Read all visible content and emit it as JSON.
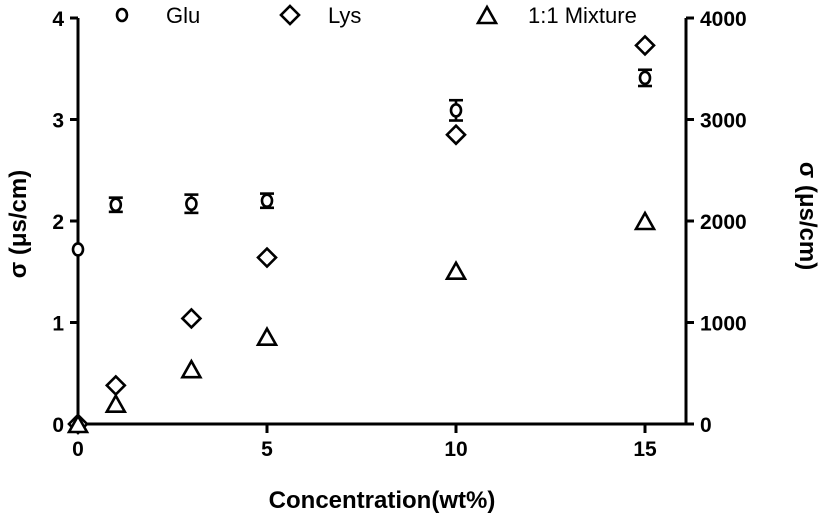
{
  "chart_data": {
    "type": "scatter",
    "title": "",
    "xlabel": "Concentration(wt%)",
    "ylabel_left": "σ (μs/cm)",
    "ylabel_right": "σ (μs/cm)",
    "xlim": [
      0,
      16
    ],
    "ylim_left": [
      0,
      4
    ],
    "ylim_right": [
      0,
      4000
    ],
    "x_ticks": [
      0,
      5,
      10,
      15
    ],
    "y_left_ticks": [
      0,
      1,
      2,
      3,
      4
    ],
    "y_right_ticks": [
      0,
      1000,
      2000,
      3000,
      4000
    ],
    "grid": false,
    "legend_position": "top",
    "series": [
      {
        "name": "Glu",
        "marker": "circle",
        "axis": "left",
        "x": [
          0,
          1,
          3,
          5,
          10,
          15
        ],
        "y": [
          1.72,
          2.16,
          2.17,
          2.2,
          3.09,
          3.41
        ],
        "error": [
          0,
          0.07,
          0.09,
          0.07,
          0.1,
          0.08
        ]
      },
      {
        "name": "Lys",
        "marker": "diamond",
        "axis": "left",
        "x": [
          0,
          1,
          3,
          5,
          10,
          15
        ],
        "y": [
          0.0,
          0.38,
          1.04,
          1.64,
          2.85,
          3.73
        ]
      },
      {
        "name": "1:1 Mixture",
        "marker": "triangle",
        "axis": "right",
        "x": [
          0,
          1,
          3,
          5,
          10,
          15
        ],
        "y": [
          0,
          200,
          540,
          860,
          1510,
          2000
        ]
      }
    ]
  }
}
